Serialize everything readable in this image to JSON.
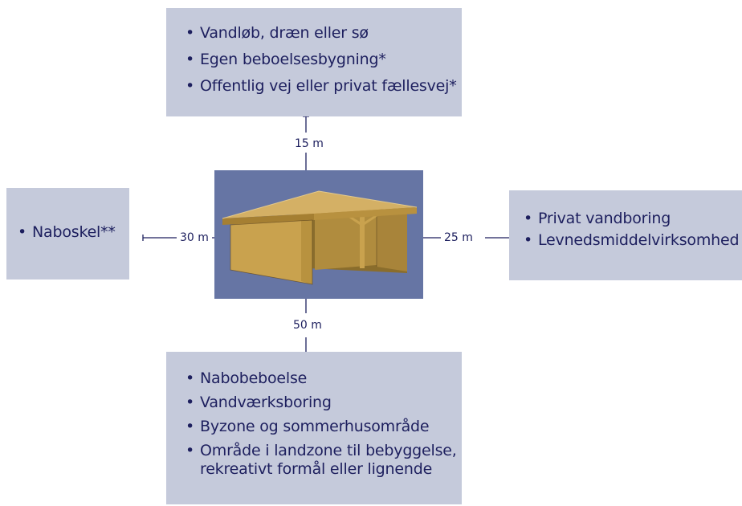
{
  "top_box": {
    "items": [
      "Vandløb, dræn eller sø",
      "Egen beboelsesbygning*",
      "Offentlig vej eller privat fællesvej*"
    ]
  },
  "left_box": {
    "items": [
      "Naboskel**"
    ]
  },
  "right_box": {
    "items": [
      "Privat vandboring",
      "Levnedsmiddelvirksomhed"
    ]
  },
  "bottom_box": {
    "items": [
      "Nabobeboelse",
      "Vandværksboring",
      "Byzone og sommerhusområde",
      "Område i landzone til bebyggelse,\nrekreativt formål eller lignende"
    ]
  },
  "distances": {
    "top": "15 m",
    "left": "30 m",
    "right": "25 m",
    "bottom": "50 m"
  },
  "colors": {
    "box_fill": "#c5cadb",
    "text": "#1d1f5e",
    "shed_background": "#6675a4",
    "wood": "#c9a24e"
  }
}
